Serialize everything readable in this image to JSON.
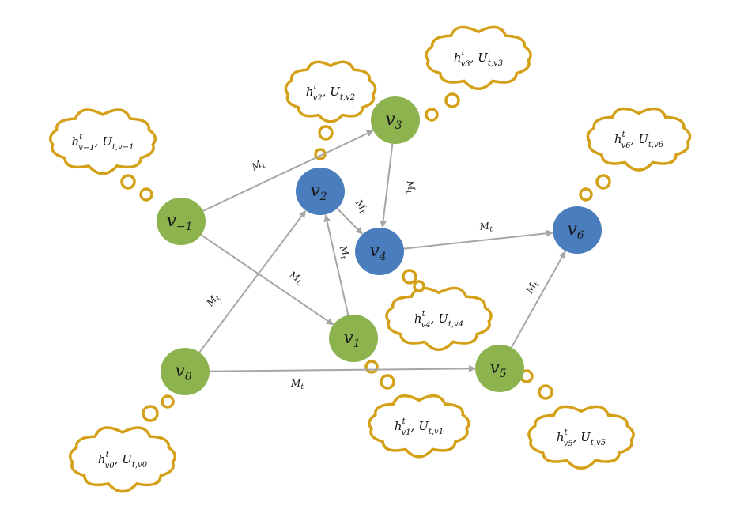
{
  "colors": {
    "green_node": "#8db34f",
    "blue_node": "#4a7dbd",
    "edge": "#a6a6a6",
    "cloud_stroke": "#d4a017"
  },
  "nodes": [
    {
      "id": "vm1",
      "base": "v",
      "sub": "−1",
      "color": "green"
    },
    {
      "id": "v0",
      "base": "v",
      "sub": "0",
      "color": "green"
    },
    {
      "id": "v1",
      "base": "v",
      "sub": "1",
      "color": "green"
    },
    {
      "id": "v2",
      "base": "v",
      "sub": "2",
      "color": "blue"
    },
    {
      "id": "v3",
      "base": "v",
      "sub": "3",
      "color": "green"
    },
    {
      "id": "v4",
      "base": "v",
      "sub": "4",
      "color": "blue"
    },
    {
      "id": "v5",
      "base": "v",
      "sub": "5",
      "color": "green"
    },
    {
      "id": "v6",
      "base": "v",
      "sub": "6",
      "color": "blue"
    }
  ],
  "edges": [
    {
      "from": "vm1",
      "to": "v3",
      "label": "M",
      "label_sub": "t"
    },
    {
      "from": "vm1",
      "to": "v1",
      "label": "M",
      "label_sub": "t"
    },
    {
      "from": "v0",
      "to": "v2",
      "label": "M",
      "label_sub": "t"
    },
    {
      "from": "v0",
      "to": "v5",
      "label": "M",
      "label_sub": "t"
    },
    {
      "from": "v1",
      "to": "v2",
      "label": "M",
      "label_sub": "t"
    },
    {
      "from": "v2",
      "to": "v4",
      "label": "M",
      "label_sub": "t"
    },
    {
      "from": "v3",
      "to": "v4",
      "label": "M",
      "label_sub": "t"
    },
    {
      "from": "v4",
      "to": "v6",
      "label": "M",
      "label_sub": "t"
    },
    {
      "from": "v5",
      "to": "v6",
      "label": "M",
      "label_sub": "t"
    }
  ],
  "thought_clouds": [
    {
      "node": "vm1",
      "h": "h",
      "h_sup": "t",
      "h_sub": "v−1",
      "u": "U",
      "u_sub": "t,v−1"
    },
    {
      "node": "v0",
      "h": "h",
      "h_sup": "t",
      "h_sub": "v0",
      "u": "U",
      "u_sub": "t,v0"
    },
    {
      "node": "v1",
      "h": "h",
      "h_sup": "t",
      "h_sub": "v1",
      "u": "U",
      "u_sub": "t,v1"
    },
    {
      "node": "v2",
      "h": "h",
      "h_sup": "t",
      "h_sub": "v2",
      "u": "U",
      "u_sub": "t,v2"
    },
    {
      "node": "v3",
      "h": "h",
      "h_sup": "t",
      "h_sub": "v3",
      "u": "U",
      "u_sub": "t,v3"
    },
    {
      "node": "v4",
      "h": "h",
      "h_sup": "t",
      "h_sub": "v4",
      "u": "U",
      "u_sub": "t,v4"
    },
    {
      "node": "v5",
      "h": "h",
      "h_sup": "t",
      "h_sub": "v5",
      "u": "U",
      "u_sub": "t,v5"
    },
    {
      "node": "v6",
      "h": "h",
      "h_sup": "t",
      "h_sub": "v6",
      "u": "U",
      "u_sub": "t,v6"
    }
  ]
}
